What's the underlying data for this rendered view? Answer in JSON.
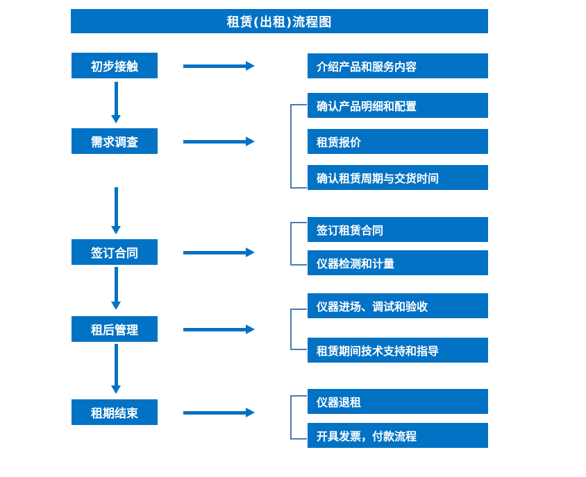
{
  "title": "租赁(出租)流程图",
  "colors": {
    "box_fill": "#0272c4",
    "box_text": "#ffffff",
    "arrow": "#0272c4",
    "bracket": "#4a7ab0",
    "background": "#ffffff"
  },
  "stages": [
    {
      "label": "初步接触",
      "details": [
        "介绍产品和服务内容"
      ],
      "has_bracket": false
    },
    {
      "label": "需求调查",
      "details": [
        "确认产品明细和配置",
        "租赁报价",
        "确认租赁周期与交货时间"
      ],
      "has_bracket": true
    },
    {
      "label": "签订合同",
      "details": [
        "签订租赁合同",
        "仪器检测和计量"
      ],
      "has_bracket": true
    },
    {
      "label": "租后管理",
      "details": [
        "仪器进场、调试和验收",
        "租赁期间技术支持和指导"
      ],
      "has_bracket": true
    },
    {
      "label": "租期结束",
      "details": [
        "仪器退租",
        "开具发票，付款流程"
      ],
      "has_bracket": true
    }
  ],
  "flow_arrows": {
    "horizontal_count": 5,
    "vertical_count": 4,
    "direction": "down-and-right"
  }
}
